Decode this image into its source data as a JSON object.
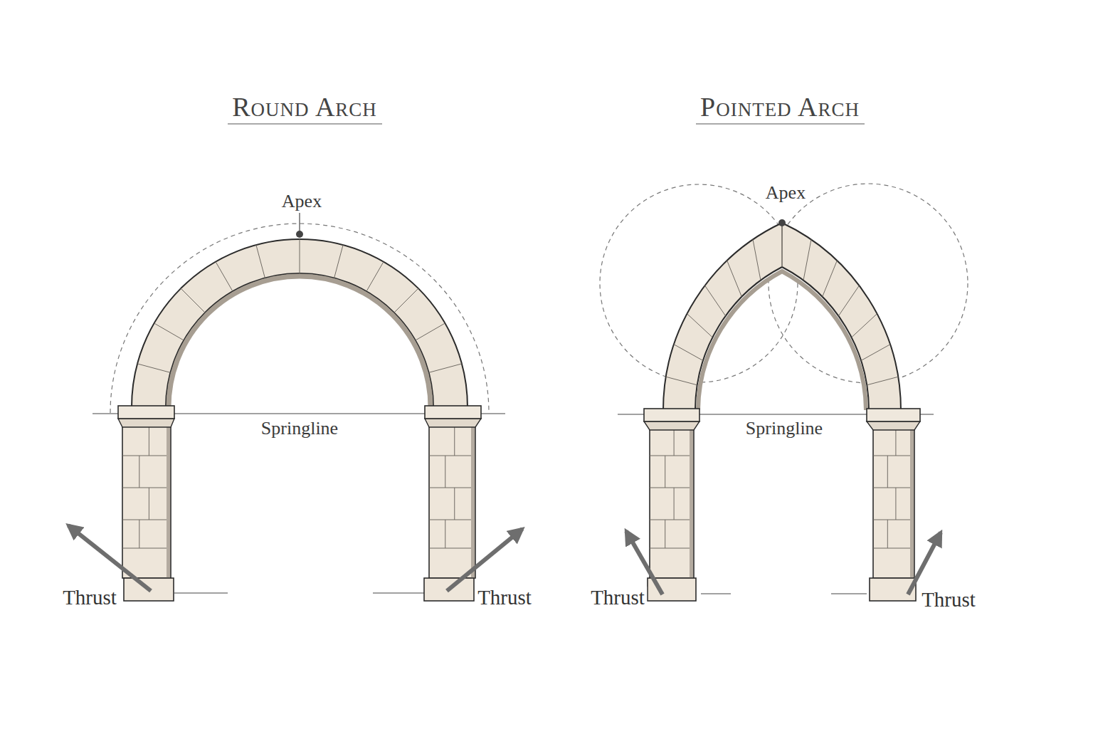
{
  "diagram": {
    "labels": [
      "Round Arch",
      "Apex",
      "Springline",
      "Thrust",
      "Thrust",
      "Pointed Arch",
      "Apex",
      "Springline",
      "Thrust",
      "Thrust"
    ]
  }
}
